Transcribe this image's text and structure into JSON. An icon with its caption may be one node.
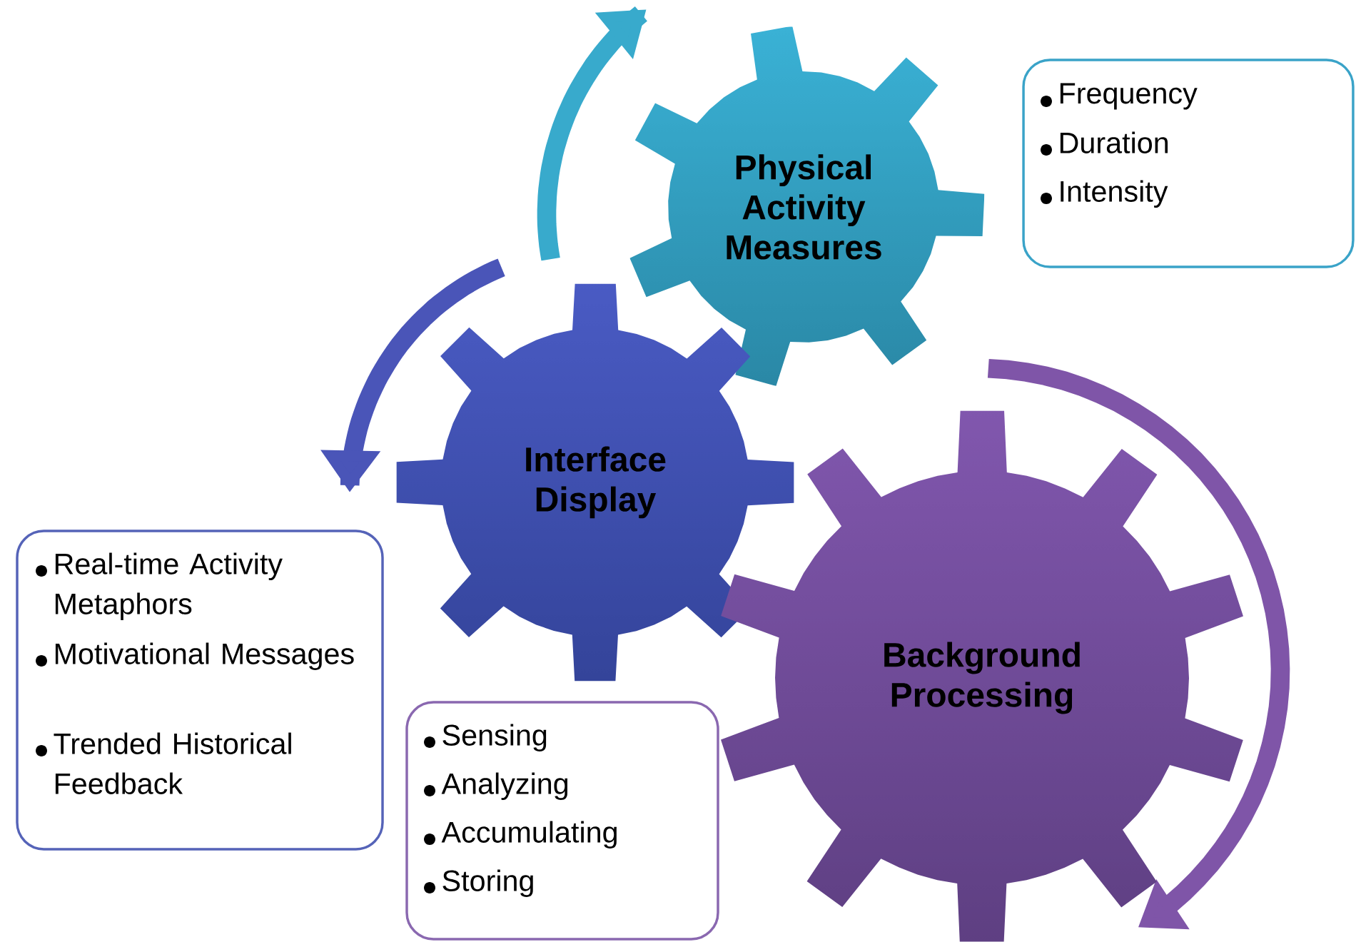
{
  "diagram": {
    "nodes": [
      {
        "text": [
          "Physical Activity Measures"
        ]
      },
      {
        "text": [
          "Frequency",
          "Duration",
          "Intensity"
        ]
      },
      {
        "text": [
          "Interface Display"
        ]
      },
      {
        "text": [
          "Real-time Activity Metaphors",
          "Motivational Messages",
          "Trended Historical Feedback"
        ]
      },
      {
        "text": [
          "Background Processing"
        ]
      },
      {
        "text": [
          "Sensing",
          "Analyzing",
          "Accumulating",
          "Storing"
        ]
      }
    ]
  }
}
